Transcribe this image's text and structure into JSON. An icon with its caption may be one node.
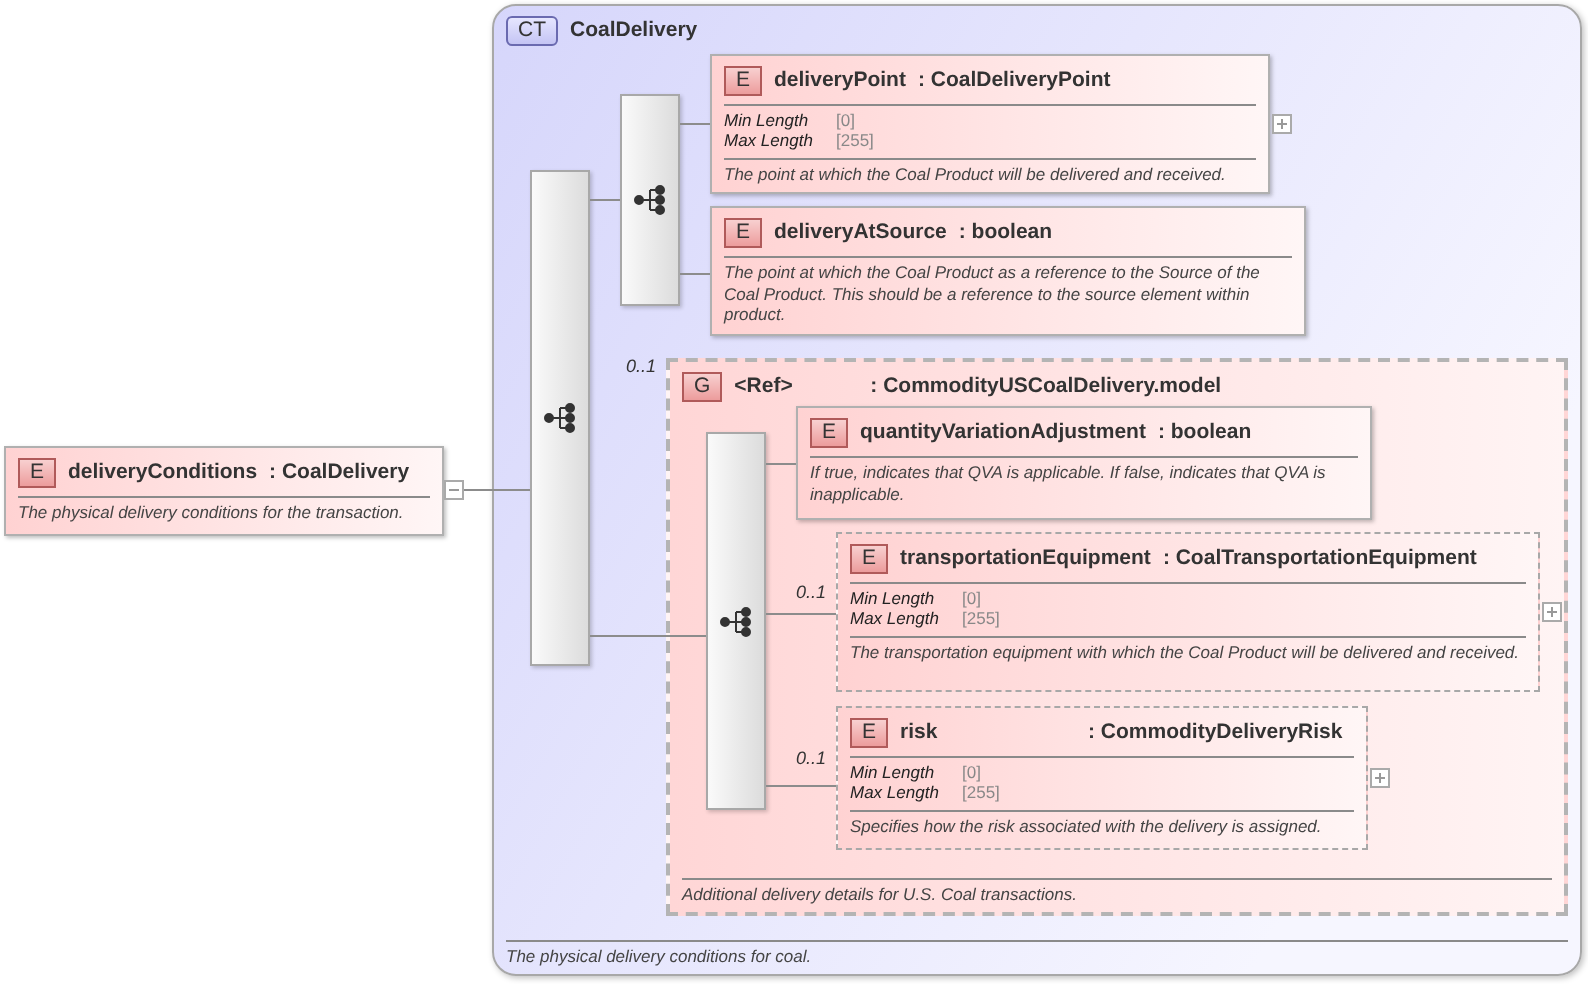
{
  "diagram": {
    "nodes": [
      {
        "text": [
          "E",
          "deliveryConditions",
          ": CoalDelivery",
          "The physical delivery conditions for the transaction."
        ]
      },
      {
        "text": [
          "CT",
          "CoalDelivery",
          "The physical delivery conditions for coal."
        ]
      },
      {
        "text": [],
        "shape": "box",
        "in": 1
      },
      {
        "text": [],
        "shape": "box",
        "in": 1
      },
      {
        "text": [
          "E",
          "deliveryPoint",
          ": CoalDeliveryPoint",
          "Min Length",
          "[0]",
          "Max Length",
          "[255]",
          "The point at which the Coal Product will be delivered and received."
        ],
        "in": 1
      },
      {
        "text": [
          "E",
          "deliveryAtSource",
          ": boolean",
          "The point at which the Coal Product as a reference to the Source of the Coal Product. This should be a reference to the source element within product."
        ],
        "in": 1
      },
      {
        "text": [
          "G",
          "<Ref>",
          ": CommodityUSCoalDelivery.model",
          "Additional delivery details for U.S. Coal transactions."
        ],
        "beside": [
          "0..1"
        ],
        "in": 1
      },
      {
        "text": [],
        "shape": "box",
        "in": 6
      },
      {
        "text": [
          "E",
          "quantityVariationAdjustment",
          ": boolean",
          "If true, indicates that QVA is applicable. If false, indicates that QVA is inapplicable."
        ],
        "in": 6
      },
      {
        "text": [
          "E",
          "transportationEquipment",
          ": CoalTransportationEquipment",
          "Min Length",
          "[0]",
          "Max Length",
          "[255]",
          "The transportation equipment with which the Coal Product will be delivered and received."
        ],
        "beside": [
          "0..1"
        ],
        "in": 6
      },
      {
        "text": [
          "E",
          "risk",
          ": CommodityDeliveryRisk",
          "Min Length",
          "[0]",
          "Max Length",
          "[255]",
          "Specifies how the risk associated with the delivery is assigned."
        ],
        "beside": [
          "0..1"
        ],
        "in": 6
      }
    ],
    "edges": [
      {
        "from": 0,
        "to": 2,
        "arrow": "none"
      },
      {
        "from": 2,
        "to": 3,
        "arrow": "none"
      },
      {
        "from": 2,
        "to": 7,
        "arrow": "none"
      },
      {
        "from": 3,
        "to": 4,
        "arrow": "none"
      },
      {
        "from": 3,
        "to": 5,
        "arrow": "none"
      },
      {
        "from": 7,
        "to": 8,
        "arrow": "none"
      },
      {
        "from": 7,
        "to": 9,
        "arrow": "none"
      },
      {
        "from": 7,
        "to": 10,
        "arrow": "none"
      }
    ]
  }
}
